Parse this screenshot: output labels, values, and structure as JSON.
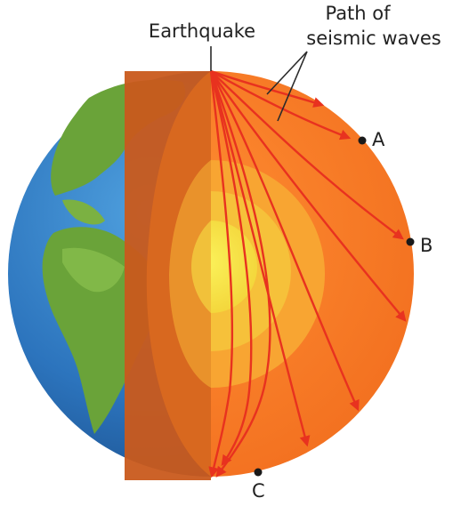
{
  "labels": {
    "earthquake": "Earthquake",
    "path_line1": "Path of",
    "path_line2": "seismic waves",
    "point_a": "A",
    "point_b": "B",
    "point_c": "C"
  },
  "colors": {
    "ocean": "#2f7bc4",
    "land": "#6aa339",
    "mantle": "#f77a22",
    "mantle_shadow": "#c95a1c",
    "outer_core": "#f8a532",
    "inner_core": "#f6cc3e",
    "center": "#f7e63a",
    "wave": "#e8321f",
    "label_line": "#2b2b2b",
    "point": "#1a1a1a"
  },
  "icons": [
    "earth-globe-icon",
    "wave-arrow-icon",
    "point-marker-icon"
  ]
}
